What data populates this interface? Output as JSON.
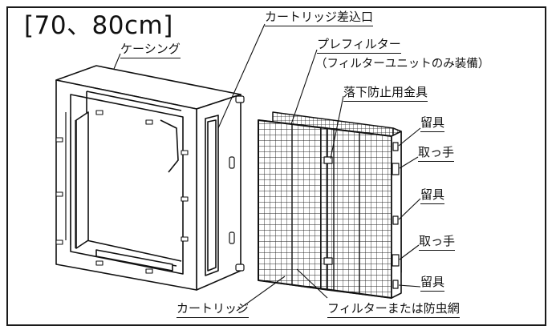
{
  "title": "[70、80cm]",
  "labels": {
    "cartridge_slot": "カートリッジ差込口",
    "casing": "ケーシング",
    "prefilter": "プレフィルター",
    "prefilter_note": "（フィルターユニットのみ装備）",
    "fall_prevention": "落下防止用金具",
    "clip_top": "留具",
    "handle_top": "取っ手",
    "clip_middle": "留具",
    "handle_bottom": "取っ手",
    "clip_bottom": "留具",
    "cartridge": "カートリッジ",
    "filter_or_screen": "フィルターまたは防虫網"
  }
}
